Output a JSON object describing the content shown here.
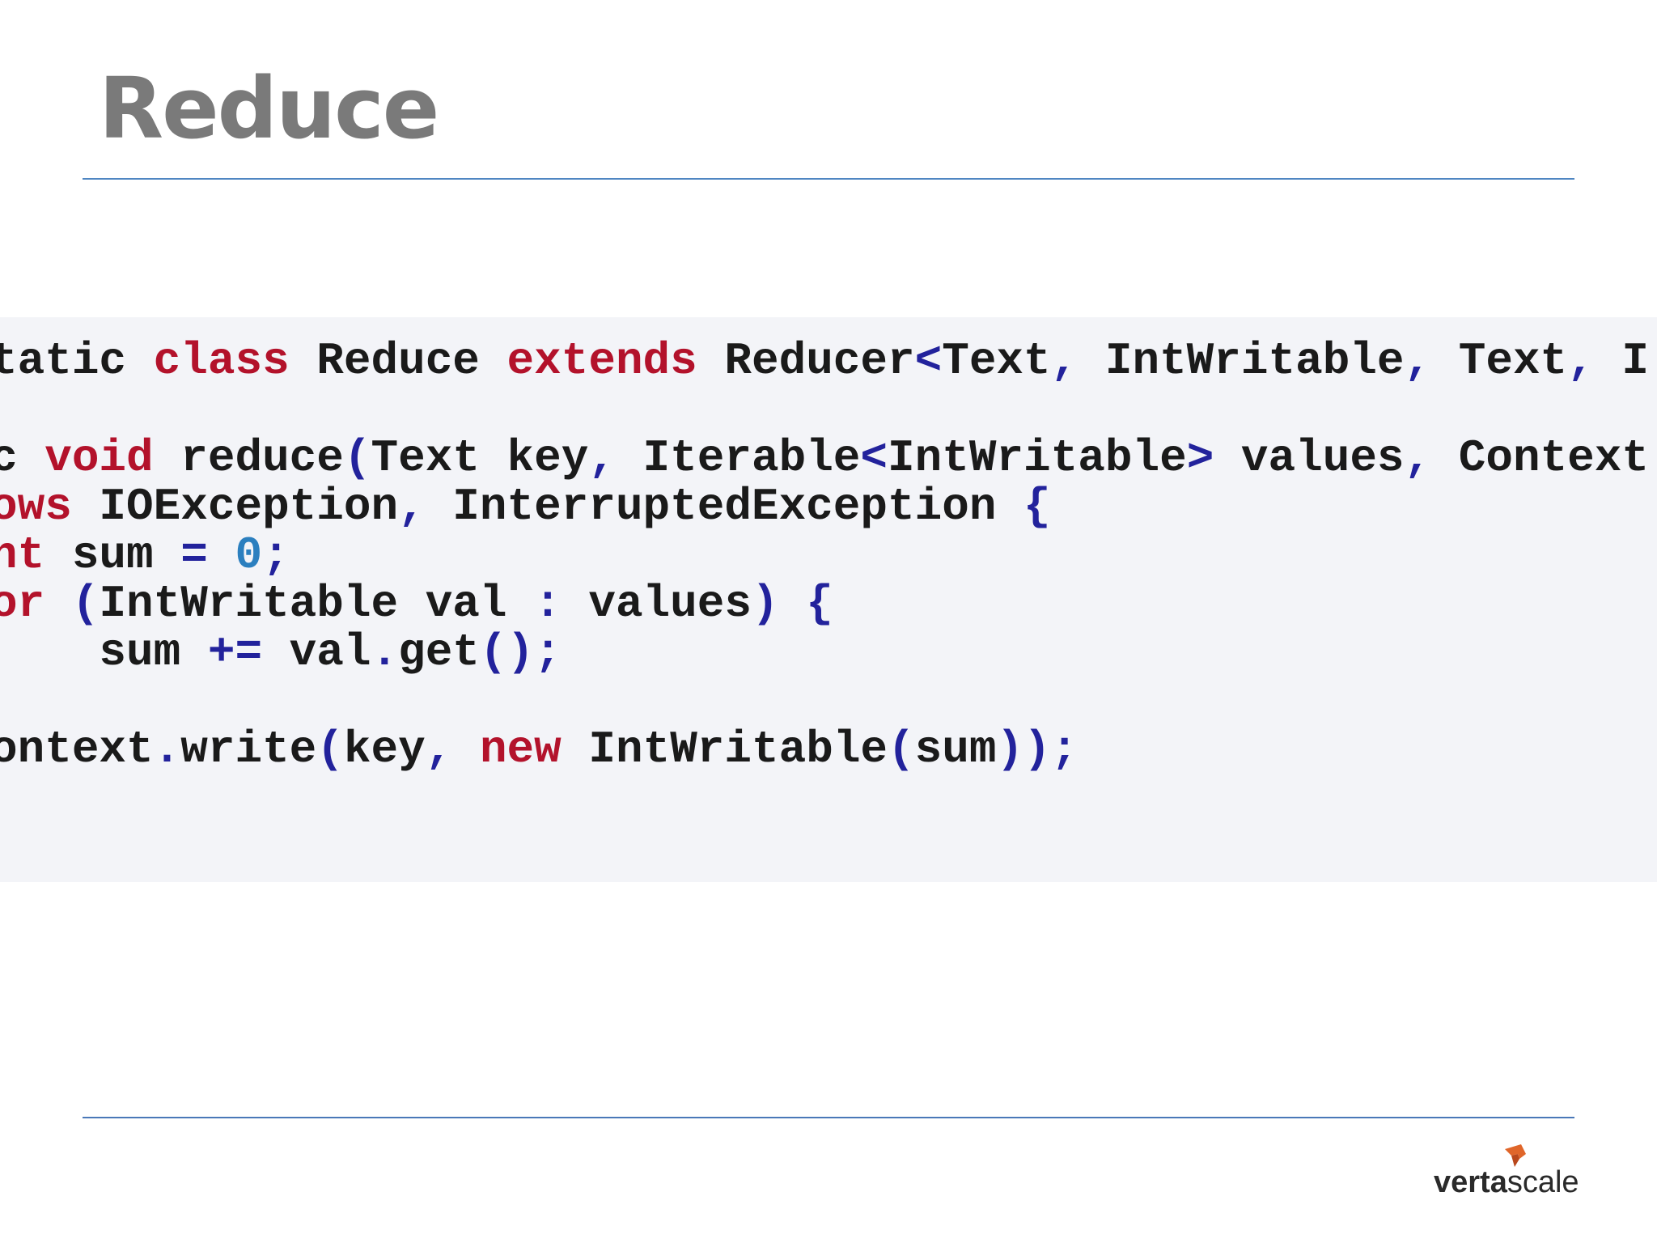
{
  "slide": {
    "title": "Reduce"
  },
  "code": {
    "line1": {
      "t1": "tatic ",
      "t2": "class",
      "t3": " Reduce ",
      "t4": "extends",
      "t5": " Reducer",
      "t6": "<",
      "t7": "Text",
      "t8": ",",
      "t9": " IntWritable",
      "t10": ",",
      "t11": " Text",
      "t12": ",",
      "t13": " I"
    },
    "line2": {
      "t1": "c ",
      "t2": "void",
      "t3": " reduce",
      "t4": "(",
      "t5": "Text key",
      "t6": ",",
      "t7": " Iterable",
      "t8": "<",
      "t9": "IntWritable",
      "t10": ">",
      "t11": " values",
      "t12": ",",
      "t13": " Context"
    },
    "line3": {
      "t1": "ows",
      "t2": " IOException",
      "t3": ",",
      "t4": " InterruptedException ",
      "t5": "{"
    },
    "line4": {
      "t1": "nt",
      "t2": " sum ",
      "t3": "=",
      "t4": " ",
      "t5": "0",
      "t6": ";"
    },
    "line5": {
      "t1": "or",
      "t2": " ",
      "t3": "(",
      "t4": "IntWritable val ",
      "t5": ":",
      "t6": " values",
      "t7": ")",
      "t8": " ",
      "t9": "{"
    },
    "line6": {
      "t1": "    sum ",
      "t2": "+=",
      "t3": " val",
      "t4": ".",
      "t5": "get",
      "t6": "();"
    },
    "line7": {
      "t1": "}"
    },
    "line8": {
      "t1": "ontext",
      "t2": ".",
      "t3": "write",
      "t4": "(",
      "t5": "key",
      "t6": ",",
      "t7": " ",
      "t8": "new",
      "t9": " IntWritable",
      "t10": "(",
      "t11": "sum",
      "t12": "));"
    }
  },
  "logo": {
    "part1": "verta",
    "part2": "scale"
  },
  "colors": {
    "title": "#7a7a7a",
    "rule": "#4f86c2",
    "code_bg": "#f3f4f8",
    "keyword": "#b3122b",
    "number": "#2b7fbf",
    "operator": "#22229c",
    "logo_mark": "#e0662a"
  }
}
